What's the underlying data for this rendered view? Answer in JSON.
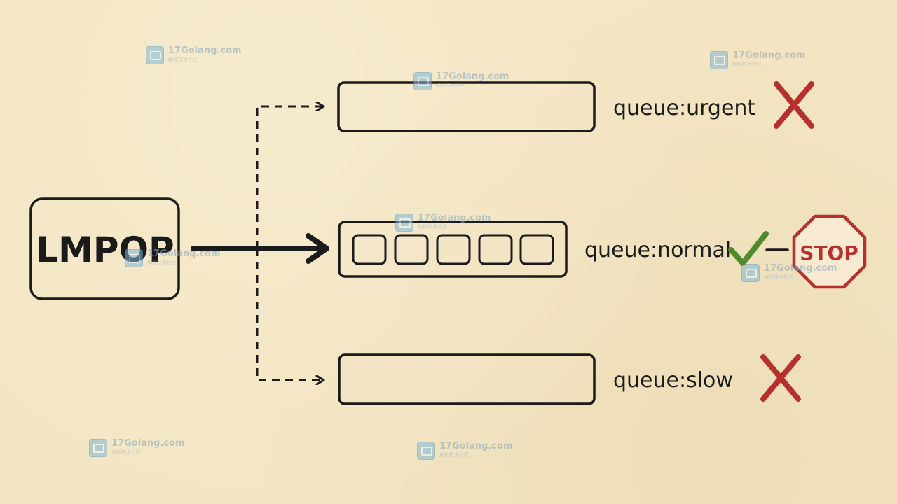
{
  "command": {
    "label": "LMPOP"
  },
  "queues": [
    {
      "key": "queue:urgent",
      "status": "empty"
    },
    {
      "key": "queue:normal",
      "status": "popped",
      "element_count": 5
    },
    {
      "key": "queue:slow",
      "status": "empty"
    }
  ],
  "stop_sign": {
    "label": "STOP"
  },
  "watermark": {
    "site": "17Golang.com",
    "subtitle": "编程技术社区"
  },
  "colors": {
    "background": "#f4e6c3",
    "ink": "#1b1b1b",
    "cross": "#b8302e",
    "check": "#4f8a2b",
    "stop": "#b8302e"
  },
  "icons": {
    "empty": "cross-icon",
    "popped": "check-icon",
    "halt": "stop-sign-icon"
  }
}
